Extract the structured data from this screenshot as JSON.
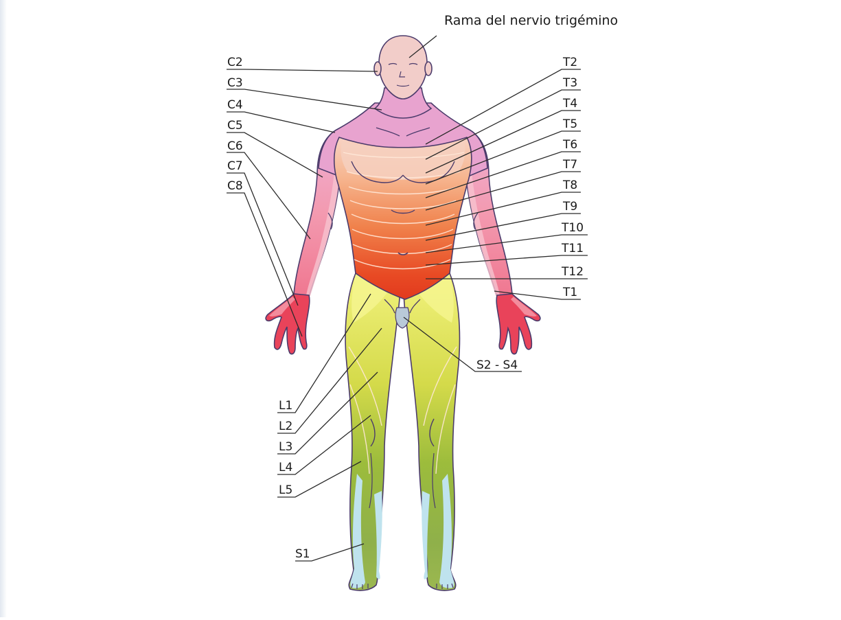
{
  "diagram": {
    "title": "Rama del nervio trigémino",
    "dermatomes": [
      {
        "id": "C2",
        "label": "C2"
      },
      {
        "id": "C3",
        "label": "C3"
      },
      {
        "id": "C4",
        "label": "C4"
      },
      {
        "id": "C5",
        "label": "C5"
      },
      {
        "id": "C6",
        "label": "C6"
      },
      {
        "id": "C7",
        "label": "C7"
      },
      {
        "id": "C8",
        "label": "C8"
      },
      {
        "id": "T1",
        "label": "T1"
      },
      {
        "id": "T2",
        "label": "T2"
      },
      {
        "id": "T3",
        "label": "T3"
      },
      {
        "id": "T4",
        "label": "T4"
      },
      {
        "id": "T5",
        "label": "T5"
      },
      {
        "id": "T6",
        "label": "T6"
      },
      {
        "id": "T7",
        "label": "T7"
      },
      {
        "id": "T8",
        "label": "T8"
      },
      {
        "id": "T9",
        "label": "T9"
      },
      {
        "id": "T10",
        "label": "T10"
      },
      {
        "id": "T11",
        "label": "T11"
      },
      {
        "id": "T12",
        "label": "T12"
      },
      {
        "id": "L1",
        "label": "L1"
      },
      {
        "id": "L2",
        "label": "L2"
      },
      {
        "id": "L3",
        "label": "L3"
      },
      {
        "id": "L4",
        "label": "L4"
      },
      {
        "id": "L5",
        "label": "L5"
      },
      {
        "id": "S1",
        "label": "S1"
      },
      {
        "id": "S2S4",
        "label": "S2 - S4"
      }
    ],
    "colors": {
      "cervical": "#e8a3cf",
      "thoracic_upper": "#f6c6a6",
      "thoracic_lower": "#e84a24",
      "arm_medial": "#f08aa4",
      "hand": "#e9435a",
      "lumbar_upper": "#eef07a",
      "lumbar_mid": "#cfd74a",
      "lumbar_lower": "#9cbc3c",
      "sacral": "#bfe3ee",
      "genital": "#b9c9d8"
    }
  }
}
